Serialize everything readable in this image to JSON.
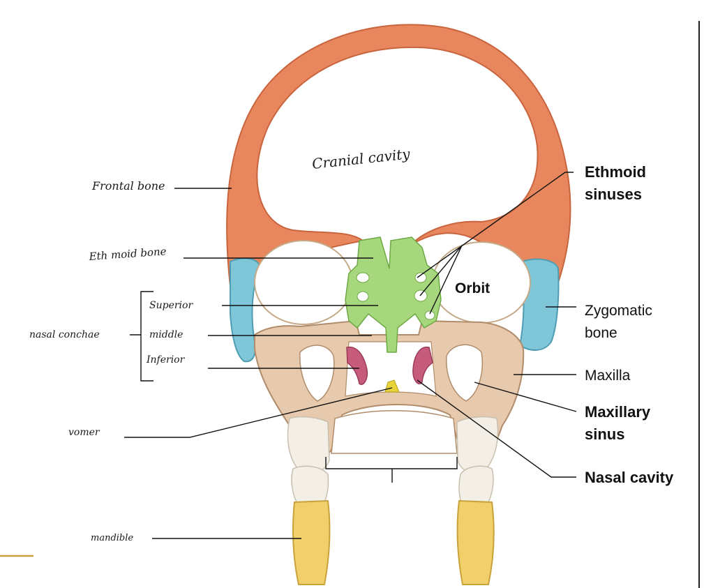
{
  "labels": {
    "cranial_cavity": "Cranial cavity",
    "frontal_bone": "Frontal bone",
    "ethmoid_bone": "Eth moid bone",
    "superior": "Superior",
    "middle": "middle",
    "inferior": "Inferior",
    "nasal_conchae": "nasal conchae",
    "vomer": "vomer",
    "mandible": "mandible",
    "ethmoid_sinuses_line1": "Ethmoid",
    "ethmoid_sinuses_line2": "sinuses",
    "orbit": "Orbit",
    "zygomatic_line1": "Zygomatic",
    "zygomatic_line2": "bone",
    "maxilla": "Maxilla",
    "maxillary_line1": "Maxillary",
    "maxillary_line2": "sinus",
    "nasal_cavity": "Nasal cavity"
  },
  "colors": {
    "frontal": "#e8865d",
    "zygomatic": "#7fc6d9",
    "maxilla": "#e7c9ad",
    "ethmoid": "#a6d77c",
    "conchae": "#c65b7c",
    "mandible": "#f1cf6b",
    "vomer": "#e8d23a",
    "accent_line": "#c9a23a"
  }
}
